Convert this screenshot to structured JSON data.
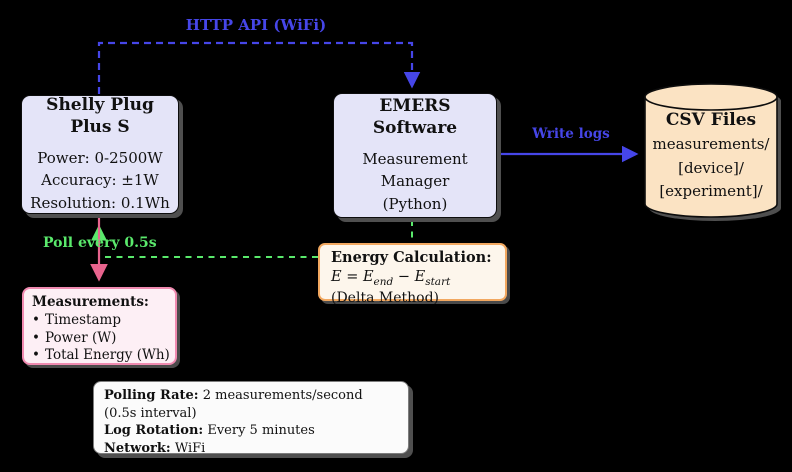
{
  "diagram": {
    "colors": {
      "background": "#000000",
      "node_fill": "#e4e4f8",
      "node_border": "#0d0d0d",
      "cylinder_fill": "#fbe3c3",
      "measurements_fill": "#fdeff5",
      "measurements_border": "#f08ab0",
      "energy_fill": "#fdf6ec",
      "energy_border": "#f2a860",
      "info_fill": "#fbfbfb",
      "info_border": "#7d7d7d",
      "arrow_blue": "#4646e8",
      "arrow_green": "#5ae96c",
      "arrow_pink": "#e8648e"
    },
    "nodes": {
      "shelly": {
        "title1": "Shelly Plug",
        "title2": "Plus S",
        "specs": [
          "Power: 0-2500W",
          "Accuracy: ±1W",
          "Resolution: 0.1Wh"
        ]
      },
      "emers": {
        "title1": "EMERS",
        "title2": "Software",
        "body": [
          "Measurement",
          "Manager",
          "(Python)"
        ]
      },
      "csv": {
        "title": "CSV Files",
        "lines": [
          "measurements/",
          "[device]/",
          "[experiment]/"
        ]
      },
      "measurements": {
        "title": "Measurements:",
        "bullet": "•",
        "items": [
          "Timestamp",
          "Power (W)",
          "Total Energy (Wh)"
        ]
      },
      "energy": {
        "title": "Energy Calculation:",
        "formula": {
          "f1": "E = E",
          "sub1": "end",
          "f2": " − E",
          "sub2": "start"
        },
        "note": "(Delta Method)"
      },
      "info": {
        "rows": [
          {
            "label": "Polling Rate:",
            "value": " 2 measurements/second (0.5s interval)"
          },
          {
            "label": "Log Rotation:",
            "value": " Every 5 minutes"
          },
          {
            "label": "Network:",
            "value": " WiFi"
          }
        ]
      }
    },
    "edges": {
      "http_api": {
        "label": "HTTP API (WiFi)"
      },
      "write_logs": {
        "label": "Write logs"
      },
      "poll": {
        "label": "Poll every 0.5s"
      }
    }
  }
}
